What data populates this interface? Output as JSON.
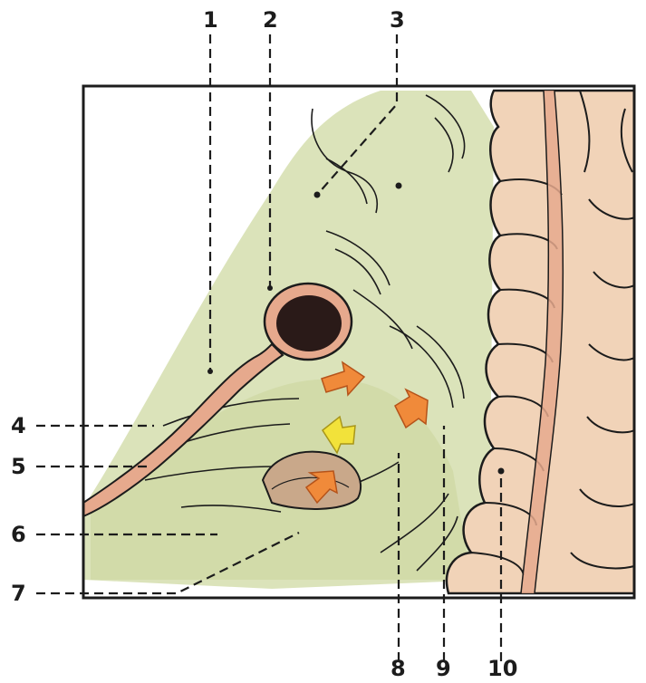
{
  "figure": {
    "callouts": [
      {
        "id": "c1",
        "label": "1"
      },
      {
        "id": "c2",
        "label": "2"
      },
      {
        "id": "c3",
        "label": "3"
      },
      {
        "id": "c4",
        "label": "4"
      },
      {
        "id": "c5",
        "label": "5"
      },
      {
        "id": "c6",
        "label": "6"
      },
      {
        "id": "c7",
        "label": "7"
      },
      {
        "id": "c8",
        "label": "8"
      },
      {
        "id": "c9",
        "label": "9"
      },
      {
        "id": "c10",
        "label": "10"
      }
    ],
    "colors": {
      "background": "#ffffff",
      "tissue_green": "#d7e0b2",
      "colon": "#f1d3b8",
      "vessel": "#e6a98d",
      "vessel_lumen": "#2a1a18",
      "arrow_orange": "#f08a3a",
      "arrow_yellow": "#f2e23a",
      "ink": "#1c1c1c"
    }
  }
}
